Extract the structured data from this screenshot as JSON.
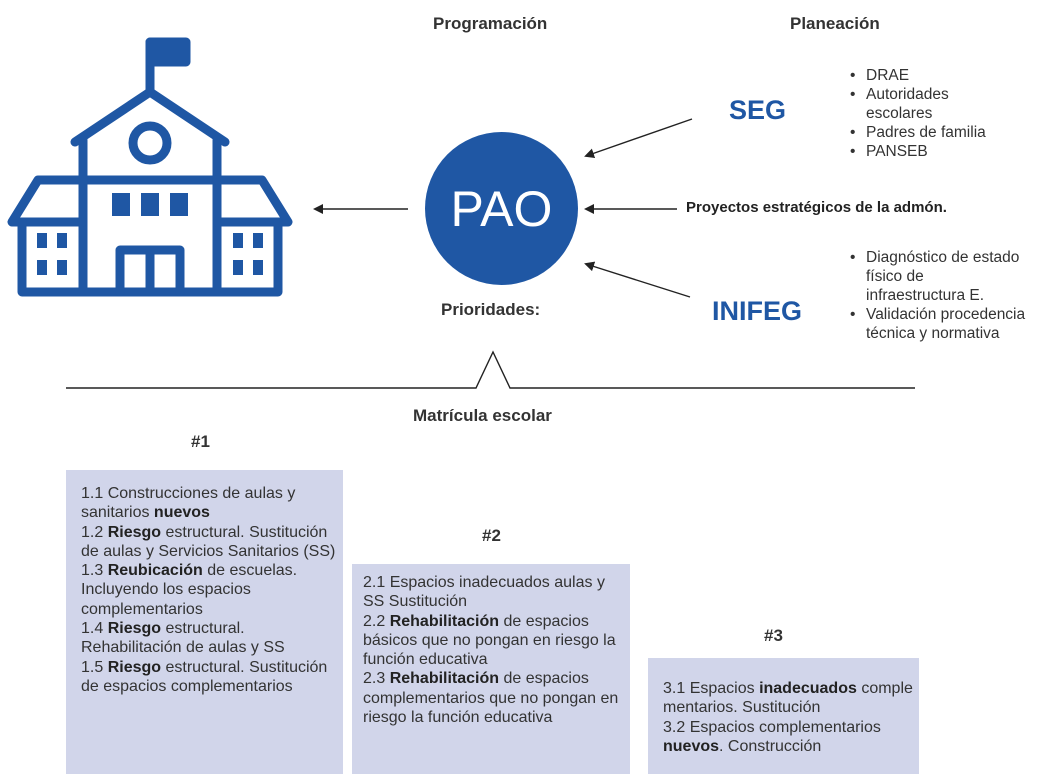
{
  "headers": {
    "programacion": "Programación",
    "planeacion": "Planeación"
  },
  "center": {
    "label": "PAO",
    "prioridades": "Prioridades:",
    "matricula": "Matrícula escolar"
  },
  "seg": {
    "label": "SEG",
    "items": [
      "DRAE",
      "Autoridades escolares",
      "Padres de familia",
      "PANSEB"
    ]
  },
  "proyectos": "Proyectos estratégicos de la admón.",
  "inifeg": {
    "label": "INIFEG",
    "items": [
      "Diagnóstico de estado físico de infraestructura E.",
      "Validación procedencia técnica y normativa"
    ]
  },
  "colors": {
    "blue": "#1f57a4",
    "box": "#d1d5ea"
  },
  "icon": "school-building-icon",
  "priorities": [
    {
      "number": "#1",
      "items": [
        {
          "pre": "1.1 Construcciones de aulas y sanitarios ",
          "bold": "nuevos",
          "post": ""
        },
        {
          "pre": "1.2 ",
          "bold": "Riesgo",
          "post": " estructural. Sustitución de aulas y Servicios Sanitarios (SS)"
        },
        {
          "pre": "1.3 ",
          "bold": "Reubicación",
          "post": " de escuelas. Incluyendo los espacios complementarios"
        },
        {
          "pre": "1.4 ",
          "bold": "Riesgo",
          "post": " estructural. Rehabilitación de aulas y SS"
        },
        {
          "pre": "1.5 ",
          "bold": "Riesgo",
          "post": " estructural. Sustitución de espacios complementarios"
        }
      ]
    },
    {
      "number": "#2",
      "items": [
        {
          "pre": "2.1 Espacios inadecuados aulas y SS Sustitución",
          "bold": "",
          "post": ""
        },
        {
          "pre": "2.2 ",
          "bold": "Rehabilitación",
          "post": " de espacios básicos que no pongan en riesgo la función educativa"
        },
        {
          "pre": "2.3 ",
          "bold": "Rehabilitación",
          "post": " de espacios complementarios que no pongan en riesgo la función educativa"
        }
      ]
    },
    {
      "number": "#3",
      "items": [
        {
          "pre": "3.1 Espacios ",
          "bold": "inadecuados",
          "post": " comple mentarios. Sustitución"
        },
        {
          "pre": "3.2 Espacios complementarios ",
          "bold": "nuevos",
          "post": ". Construcción"
        }
      ]
    }
  ]
}
